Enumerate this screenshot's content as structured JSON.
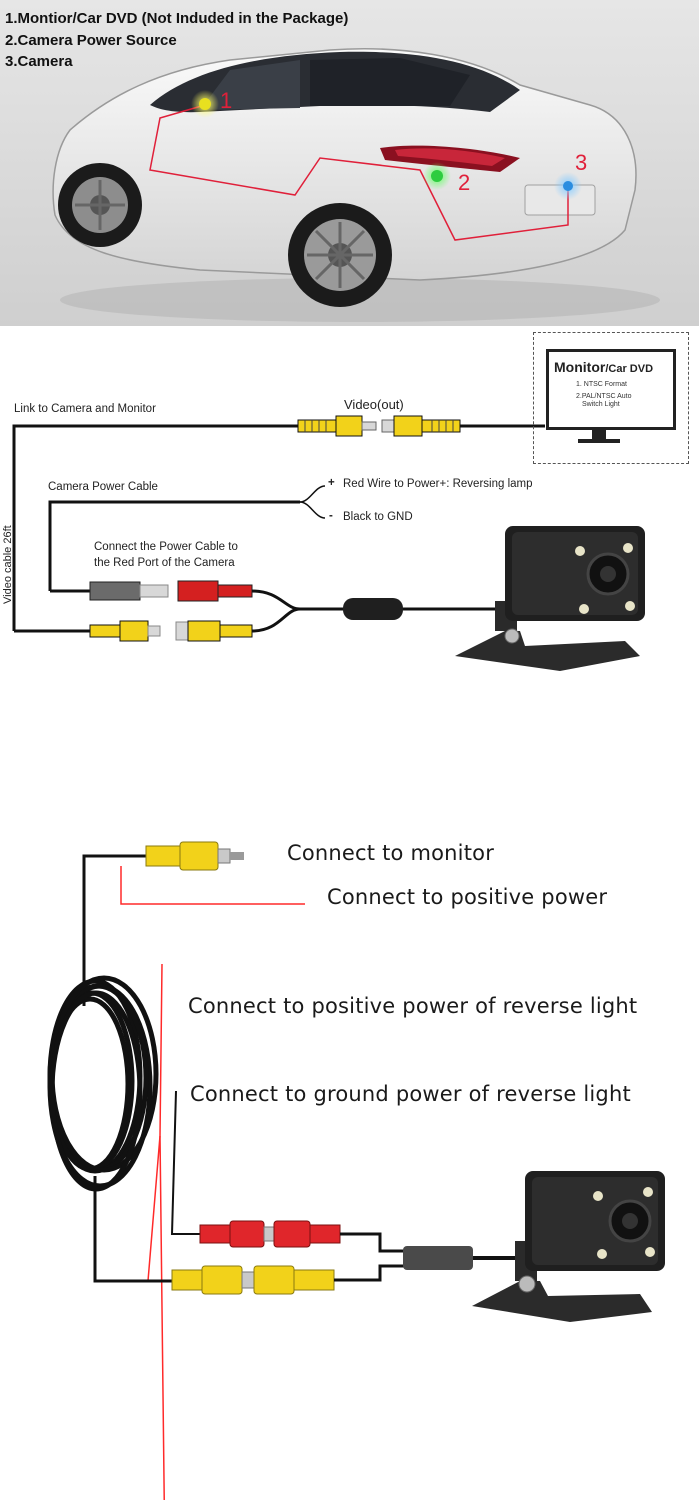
{
  "car_panel": {
    "legend": [
      "1.Montior/Car DVD (Not Induded in the Package)",
      "2.Camera Power Source",
      "3.Camera"
    ],
    "markers": [
      "1",
      "2",
      "3"
    ],
    "colors": {
      "route_line": "#e0203a",
      "marker_1": "#e8e020",
      "marker_2": "#2ecc40",
      "marker_3": "#2a8de0"
    }
  },
  "wiring_panel": {
    "monitor": {
      "title_bold": "Monitor",
      "title_rest": "/Car DVD",
      "spec_1": "1. NTSC Format",
      "spec_2a": "2.PAL/NTSC Auto",
      "spec_2b": "Switch Light"
    },
    "link_label": "Link to Camera and Monitor",
    "video_out_label": "Video(out)",
    "video_cable_label": "Video cable 26ft",
    "power_cable_label": "Camera Power Cable",
    "red_wire_label": "Red Wire to Power+: Reversing lamp",
    "black_wire_label": "Black to GND",
    "plus_sign": "+",
    "minus_sign": "-",
    "connect_note_1": "Connect the Power Cable to",
    "connect_note_2": "the Red Port of the Camera"
  },
  "cable_panel": {
    "labels": {
      "monitor": "Connect to monitor",
      "positive_power": "Connect to  positive power",
      "reverse_positive": "Connect to positive power of reverse light",
      "reverse_ground": "Connect to ground power of reverse light"
    },
    "colors": {
      "rca_yellow": "#f2d21a",
      "rca_red": "#e0262b",
      "wire_red": "#ff2a2a",
      "cable_black": "#111111"
    }
  }
}
